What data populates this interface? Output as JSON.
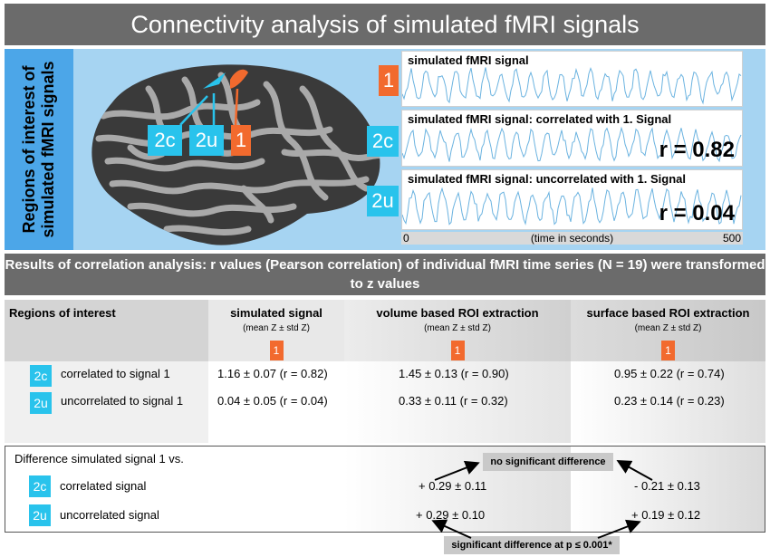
{
  "title": "Connectivity analysis of simulated fMRI signals",
  "roi_side_label": "Regions of interest of simulated fMRI signals",
  "brain_tags": {
    "t2c": "2c",
    "t2u": "2u",
    "t1": "1"
  },
  "signals": [
    {
      "tag": "1",
      "label": "simulated fMRI signal",
      "r": ""
    },
    {
      "tag": "2c",
      "label": "simulated fMRI signal: correlated with 1. Signal",
      "r": "r = 0.82"
    },
    {
      "tag": "2u",
      "label": "simulated fMRI signal: uncorrelated with 1. Signal",
      "r": "r = 0.04"
    }
  ],
  "time_axis": {
    "start": "0",
    "label": "(time in seconds)",
    "end": "500"
  },
  "results_title": "Results of correlation analysis: r values (Pearson correlation) of individual fMRI time series (N = 19) were transformed to z values",
  "table": {
    "col_roi": "Regions of interest",
    "col_sim": "simulated signal",
    "col_vol": "volume based  ROI extraction",
    "col_surf": "surface based ROI extraction",
    "col_sub": "(mean Z ±  std Z)",
    "badge": "1",
    "rows": [
      {
        "tag": "2c",
        "label": "correlated to signal 1",
        "sim": "1.16 ± 0.07 (r = 0.82)",
        "vol": "1.45 ± 0.13 (r = 0.90)",
        "surf": "0.95 ±  0.22 (r = 0.74)"
      },
      {
        "tag": "2u",
        "label": "uncorrelated to signal 1",
        "sim": "0.04 ± 0.05 (r = 0.04)",
        "vol": "0.33 ± 0.11 (r = 0.32)",
        "surf": "0.23 ± 0.14 (r = 0.23)"
      }
    ],
    "diff_title": "Difference simulated signal 1 vs.",
    "diff_rows": [
      {
        "tag": "2c",
        "label": "correlated signal",
        "vol": "+ 0.29 ± 0.11",
        "surf": "- 0.21 ± 0.13"
      },
      {
        "tag": "2u",
        "label": "uncorrelated signal",
        "vol": "+ 0.29 ±  0.10",
        "surf": "+ 0.19 ±  0.12"
      }
    ],
    "no_sig": "no significant difference",
    "sig": "significant difference at p ≤ 0.001*"
  },
  "colors": {
    "blue": "#29c3ec",
    "orange": "#f26a2e",
    "gray_bar": "#6b6b6b",
    "panel": "#a6d4f2",
    "trace": "#6bb3e0"
  }
}
